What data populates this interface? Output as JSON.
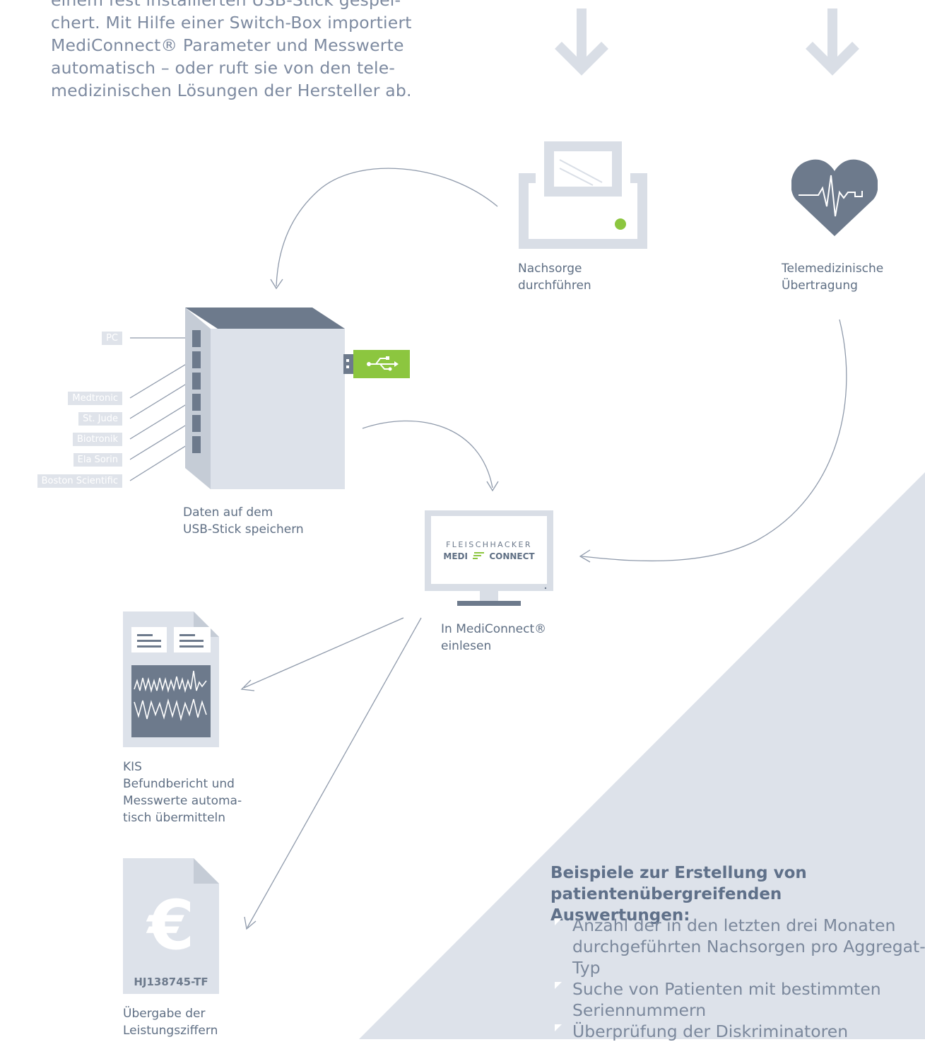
{
  "intro_text": "einem fest installierten USB-Stick gespei-\nchert. Mit Hilfe einer Switch-Box importiert\nMediConnect® Parameter und Messwerte\nautomatisch – oder ruft sie von den tele-\nmedizinischen Lösungen der Hersteller ab.",
  "steps": {
    "nachsorge": "Nachsorge\ndurchführen",
    "telemedizin": "Telemedizinische\nÜbertragung",
    "usb": "Daten auf dem\nUSB-Stick speichern",
    "mediconnect": "In MediConnect®\neinlesen",
    "kis": "KIS\nBefundbericht und\nMesswerte automa-\ntisch übermitteln",
    "leistung": "Übergabe der\nLeistungsziffern"
  },
  "switch_box_ports": [
    "PC",
    "Medtronic",
    "St. Jude",
    "Biotronik",
    "Ela Sorin",
    "Boston Scientific"
  ],
  "monitor": {
    "brand_top": "FLEISCHHACKER",
    "brand_left": "MEDI",
    "brand_right": "CONNECT"
  },
  "invoice_code": "HJ138745-TF",
  "euro_symbol": "€",
  "panel": {
    "title": "Beispiele zur Erstellung von\npatientenübergreifenden Auswertungen:",
    "items": [
      "Anzahl der in den letzten drei Monaten\ndurchgeführten Nachsorgen pro Aggregat-Typ",
      "Suche von Patienten mit bestimmten\nSeriennummern",
      "Überprüfung der Diskriminatoren"
    ]
  },
  "colors": {
    "accent_green": "#8cc63f",
    "panel_bg": "#dde2ea",
    "icon_light": "#d9dee6",
    "icon_dark": "#6d7a8c",
    "line": "#8f9aab"
  },
  "icons": [
    "arrow-down-icon",
    "printer-icon",
    "heart-ecg-icon",
    "switch-box-icon",
    "usb-stick-icon",
    "monitor-icon",
    "report-document-icon",
    "invoice-document-icon"
  ]
}
